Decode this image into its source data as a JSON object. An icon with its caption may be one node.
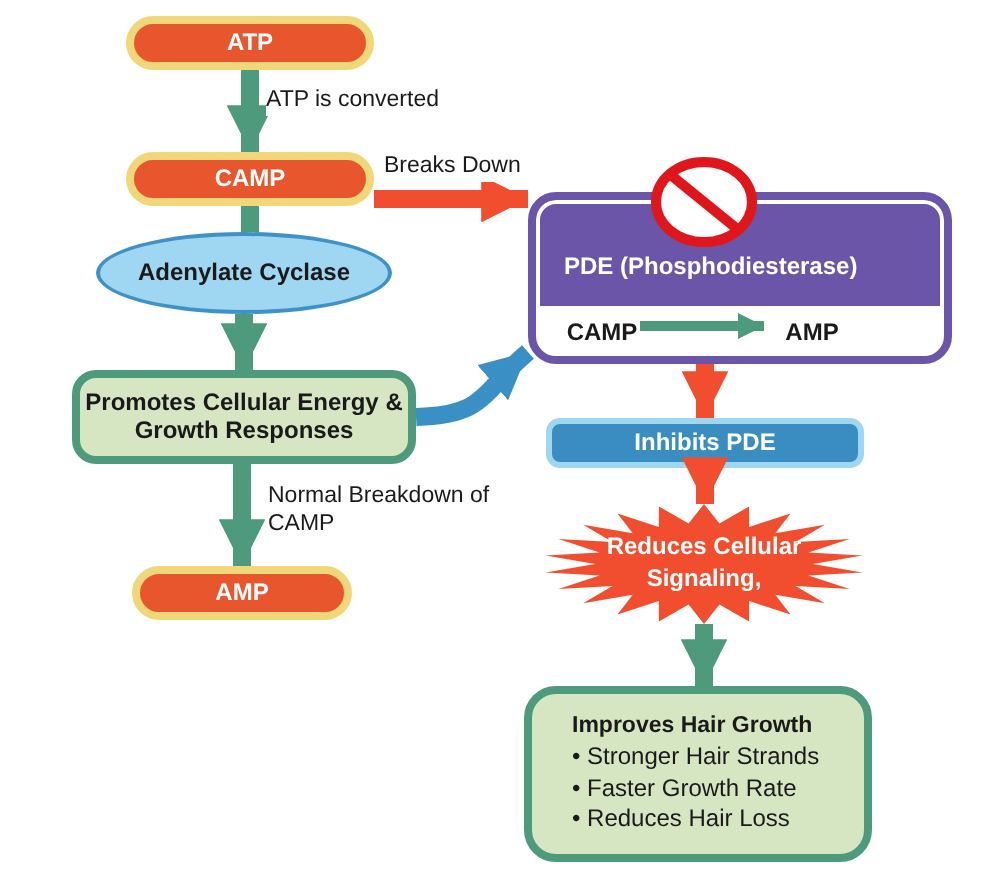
{
  "diagram": {
    "nodes": [
      {
        "text": [
          "ATP"
        ]
      },
      {
        "text": [
          "CAMP"
        ]
      },
      {
        "text": [
          "Adenylate Cyclase"
        ]
      },
      {
        "text": [
          "Promotes Cellular Energy & Growth Responses"
        ]
      },
      {
        "text": [
          "AMP"
        ]
      },
      {
        "text": [
          "PDE (Phosphodiesterase)"
        ]
      },
      {
        "text": [
          "CAMP"
        ],
        "in": 5
      },
      {
        "text": [
          "AMP"
        ],
        "in": 5
      },
      {
        "text": [
          "Inhibits PDE"
        ]
      },
      {
        "text": [
          "Reduces Cellular Signaling,"
        ]
      },
      {
        "text": [
          "Improves Hair Growth",
          "• Stronger Hair Strands",
          "• Faster Growth Rate",
          "• Reduces Hair Loss"
        ]
      }
    ],
    "edges": [
      {
        "from": 0,
        "to": 1,
        "arrow": "to",
        "label": "ATP is converted"
      },
      {
        "from": 1,
        "to": 2,
        "arrow": "none"
      },
      {
        "from": 2,
        "to": 3,
        "arrow": "to"
      },
      {
        "from": 3,
        "to": 4,
        "arrow": "to",
        "label": "Normal Breakdown of CAMP"
      },
      {
        "from": 1,
        "to": 5,
        "arrow": "to",
        "label": "Breaks Down",
        "color": "#f04e2e"
      },
      {
        "from": 3,
        "to": 5,
        "arrow": "to",
        "color": "#3a90c4"
      },
      {
        "from": 6,
        "to": 7,
        "arrow": "to"
      },
      {
        "from": 5,
        "to": 8,
        "arrow": "to",
        "color": "#f04e2e"
      },
      {
        "from": 8,
        "to": 9,
        "arrow": "to",
        "color": "#f04e2e"
      },
      {
        "from": 9,
        "to": 10,
        "arrow": "to"
      }
    ]
  }
}
